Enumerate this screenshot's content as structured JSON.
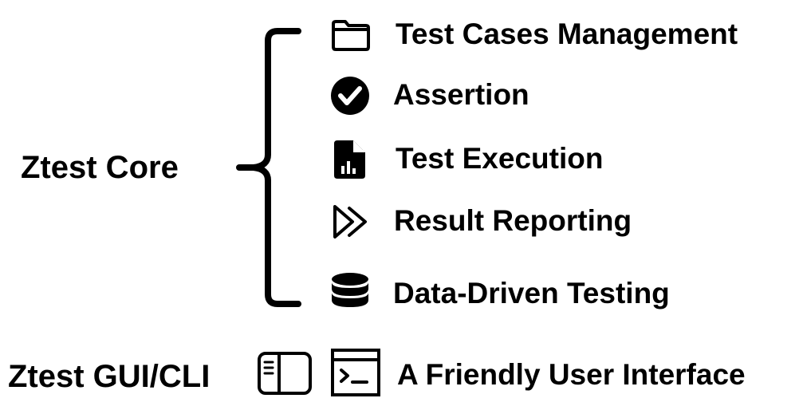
{
  "core": {
    "title": "Ztest Core",
    "items": [
      {
        "label": "Test Cases Management",
        "icon": "folder-icon"
      },
      {
        "label": "Assertion",
        "icon": "check-circle-icon"
      },
      {
        "label": "Test Execution",
        "icon": "report-file-icon"
      },
      {
        "label": "Result Reporting",
        "icon": "double-play-icon"
      },
      {
        "label": "Data-Driven Testing",
        "icon": "database-icon"
      }
    ]
  },
  "gui": {
    "title": "Ztest GUI/CLI",
    "label": "A Friendly User Interface",
    "icons": [
      "sidebar-window-icon",
      "terminal-icon"
    ]
  }
}
